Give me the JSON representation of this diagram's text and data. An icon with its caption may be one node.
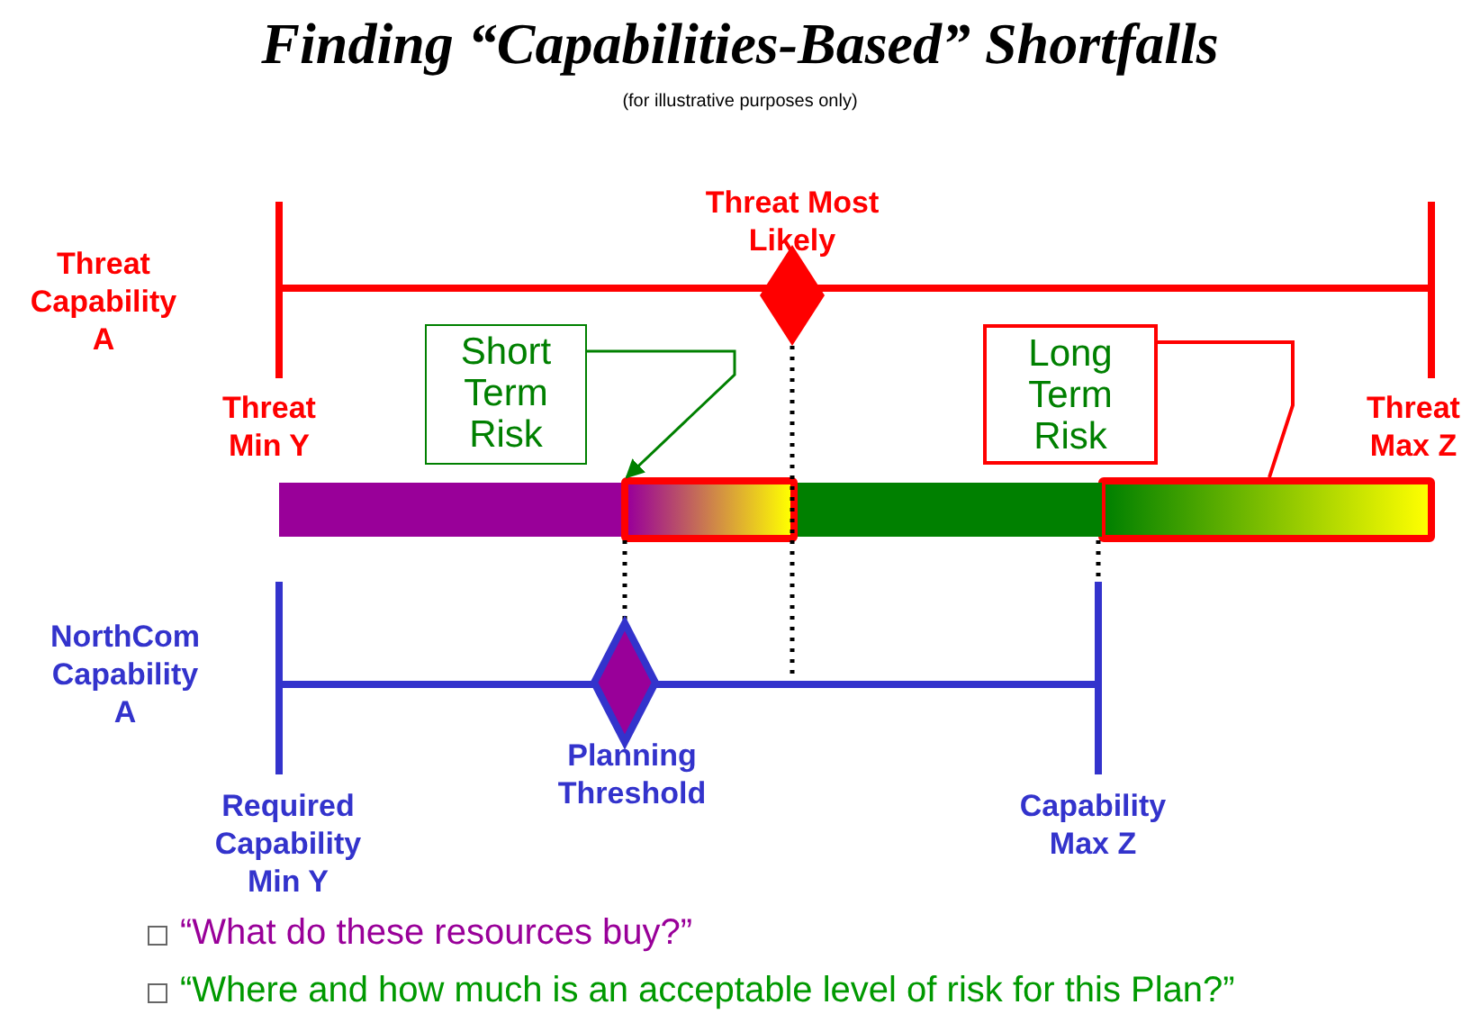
{
  "diagram": {
    "title": "Finding “Capabilities-Based” Shortfalls",
    "nodes": [
      {
        "text": [
          "Short Term Risk"
        ]
      },
      {
        "text": [],
        "shape": "bar"
      },
      {
        "text": [
          "Long Term Risk"
        ]
      },
      {
        "text": [],
        "shape": "bar"
      }
    ],
    "edges": [
      {
        "from": 0,
        "to": 1,
        "arrow": "to",
        "color": "#008000"
      },
      {
        "from": 2,
        "to": 3,
        "arrow": "none",
        "color": "#ff0000"
      }
    ],
    "labels": [
      "(for illustrative purposes only)",
      "Threat Most Likely",
      "Threat Capability A",
      "Threat Min Y",
      "Threat Max Z",
      "NorthCom Capability A",
      "Planning Threshold",
      "Required Capability Min Y",
      "Capability Max Z",
      "“What do these resources buy?”",
      "“Where and how much is an acceptable level of risk for this Plan?”"
    ]
  }
}
